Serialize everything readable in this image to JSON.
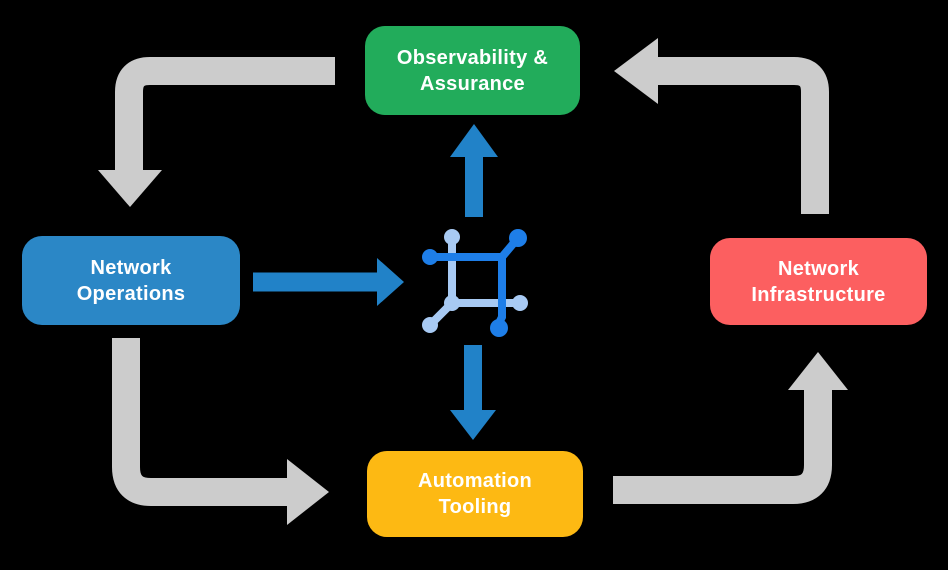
{
  "diagram": {
    "background_color": "#000000",
    "nodes": [
      {
        "id": "observability",
        "label": "Observability &\nAssurance",
        "color": "#22AC5B",
        "text_color": "#FFFFFF"
      },
      {
        "id": "operations",
        "label": "Network\nOperations",
        "color": "#2B87C6",
        "text_color": "#FFFFFF"
      },
      {
        "id": "infrastructure",
        "label": "Network\nInfrastructure",
        "color": "#FC5F60",
        "text_color": "#FFFFFF"
      },
      {
        "id": "automation",
        "label": "Automation\nTooling",
        "color": "#FDB913",
        "text_color": "#FFFFFF"
      }
    ],
    "center_icon": {
      "name": "network-mesh-icon",
      "dark_color": "#1E7EE8",
      "light_color": "#A8CAF3"
    },
    "arrows": {
      "cycle_color": "#CCCCCC",
      "link_color": "#2182C8",
      "cycle": [
        {
          "from": "observability",
          "to": "operations"
        },
        {
          "from": "operations",
          "to": "automation"
        },
        {
          "from": "automation",
          "to": "infrastructure"
        },
        {
          "from": "infrastructure",
          "to": "observability"
        }
      ],
      "links": [
        {
          "from": "operations",
          "to": "hub"
        },
        {
          "from": "hub",
          "to": "observability"
        },
        {
          "from": "hub",
          "to": "automation"
        }
      ]
    }
  }
}
